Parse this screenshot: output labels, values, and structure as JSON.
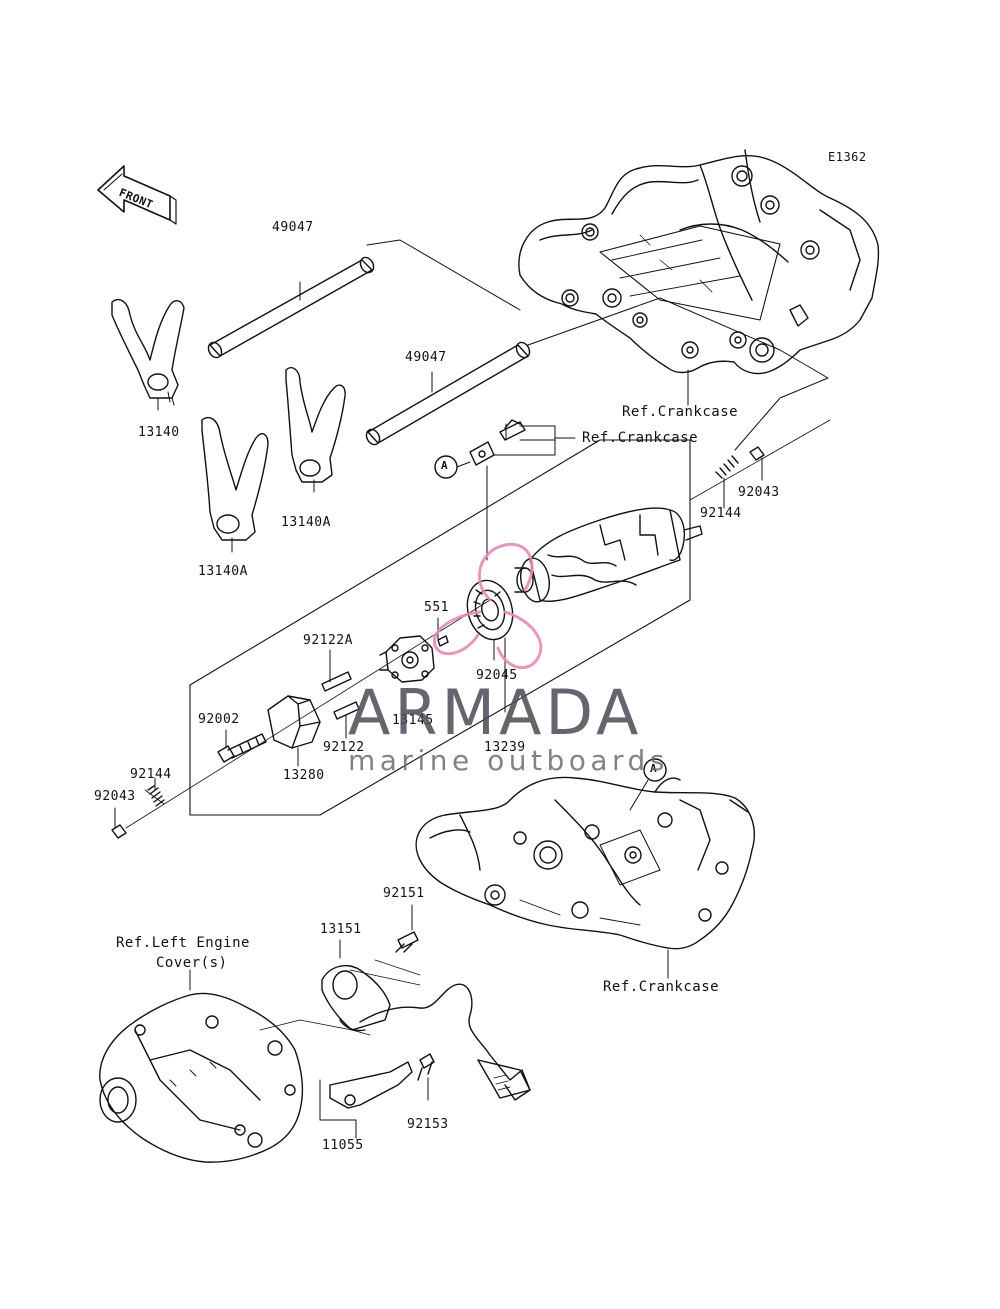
{
  "diagram_code": "E1362",
  "front_label": "FRONT",
  "marker_a": "A",
  "parts": {
    "shaft_upper": "49047",
    "shaft_lower": "49047",
    "fork_left": "13140",
    "fork_mid": "13140A",
    "fork_right": "13140A",
    "bolt_plate": "551",
    "bearing": "92045",
    "pin_a": "92122A",
    "pin_b": "92122",
    "cam": "13145",
    "drum": "13239",
    "bolt": "92002",
    "holder": "13280",
    "spring_left": "92144",
    "spring_right": "92144",
    "plunger_left": "92043",
    "plunger_right": "92043",
    "switch_bolt": "92151",
    "switch": "13151",
    "bracket_bolt": "92153",
    "bracket": "11055"
  },
  "refs": {
    "crankcase_top": "Ref.Crankcase",
    "crankcase_bolt": "Ref.Crankcase",
    "crankcase_bottom": "Ref.Crankcase",
    "left_cover_line1": "Ref.Left Engine",
    "left_cover_line2": "Cover(s)"
  },
  "watermark": {
    "brand": "ARMADA",
    "tagline": "marine outboards",
    "logo_color": "#e58bb6",
    "text_color": "#4b4b55"
  }
}
